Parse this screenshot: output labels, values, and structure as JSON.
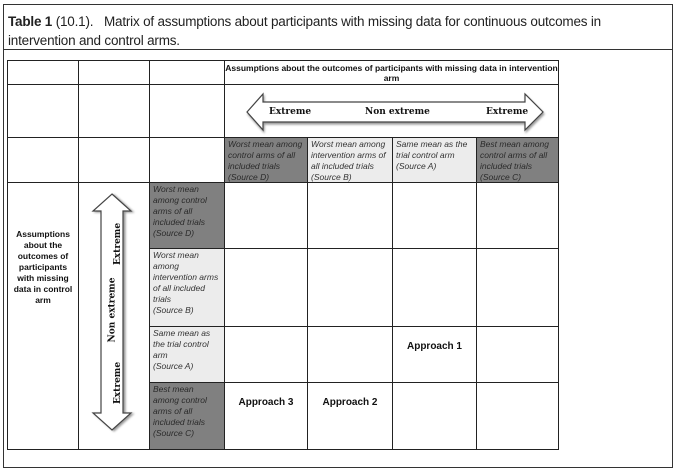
{
  "caption": {
    "label": "Table 1",
    "number": "(10.1).",
    "text": "Matrix of assumptions about participants with missing data for continuous outcomes in intervention and control arms."
  },
  "intervention_header": "Assumptions about the outcomes of participants with missing data in intervention arm",
  "horizontal_arrow": {
    "left": "Extreme",
    "middle": "Non extreme",
    "right": "Extreme"
  },
  "columns": [
    {
      "text": "Worst mean among control arms of all included trials",
      "source": "(Source D)",
      "shade": "dark"
    },
    {
      "text": "Worst mean among intervention arms of all included trials",
      "source": "(Source B)",
      "shade": "light"
    },
    {
      "text": "Same mean as the trial control arm",
      "source": "(Source A)",
      "shade": "light"
    },
    {
      "text": "Best mean among control arms of all included trials",
      "source": "(Source C)",
      "shade": "dark"
    }
  ],
  "control_header": "Assumptions about the outcomes of participants with missing data in control arm",
  "vertical_arrow": {
    "top": "Extreme",
    "middle": "Non extreme",
    "bottom": "Extreme"
  },
  "rows": [
    {
      "text": "Worst mean among control arms of all included trials",
      "source": "(Source D)",
      "shade": "dark"
    },
    {
      "text": "Worst mean among intervention arms of all included trials",
      "source": "(Source B)",
      "shade": "light"
    },
    {
      "text": "Same mean as the trial control arm",
      "source": "(Source A)",
      "shade": "light"
    },
    {
      "text": "Best mean among control arms of all included trials",
      "source": "(Source C)",
      "shade": "dark"
    }
  ],
  "approaches": {
    "approach1": "Approach 1",
    "approach2": "Approach 2",
    "approach3": "Approach 3"
  },
  "colors": {
    "dark_shade": "#808080",
    "light_shade": "#ececec"
  }
}
